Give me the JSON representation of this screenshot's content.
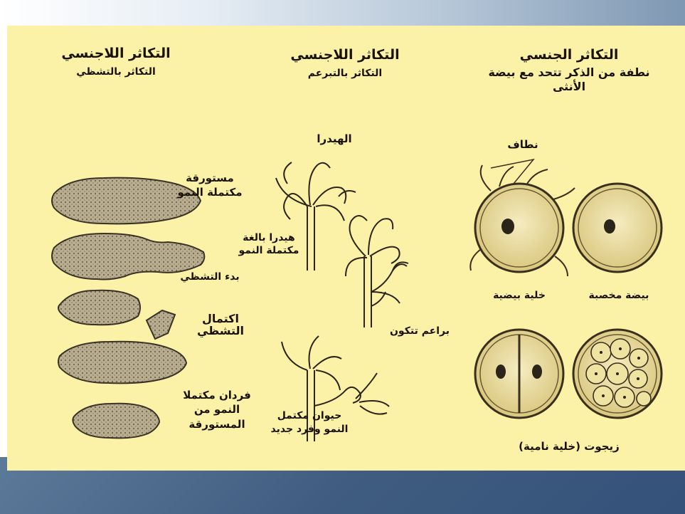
{
  "columns": {
    "sexual": {
      "title": "التكاثر الجنسي",
      "subtitle": "نطفة من الذكر تتحد مع بيضة الأنثى",
      "labels": {
        "sperm": "نطاف",
        "fertilized_egg": "بيضة مخصبة",
        "egg_cell": "خلية بيضية",
        "zygote": "زيجوت (خلية نامية)"
      }
    },
    "budding": {
      "title": "التكاثر اللاجنسي",
      "subtitle": "التكاثر بالتبرعم",
      "labels": {
        "hydra": "الهيدرا",
        "adult_hydra": "هيدرا بالغة مكتملة النمو",
        "buds": "براعم تتكون",
        "new_individual": "حيوان مكتمل النمو وفرد جديد"
      }
    },
    "fission": {
      "title": "التكاثر اللاجنسي",
      "subtitle": "التكاثر بالتشظي",
      "labels": {
        "planaria": "مستورقة مكتملة النمو",
        "start": "بدء التشظي",
        "complete": "اكتمال التشظي",
        "new": "فردان مكتملا النمو من المستورقة"
      }
    }
  },
  "colors": {
    "slide_bg": "#fbf2a8",
    "ink": "#1a1208",
    "cell": "#efe3a2"
  }
}
